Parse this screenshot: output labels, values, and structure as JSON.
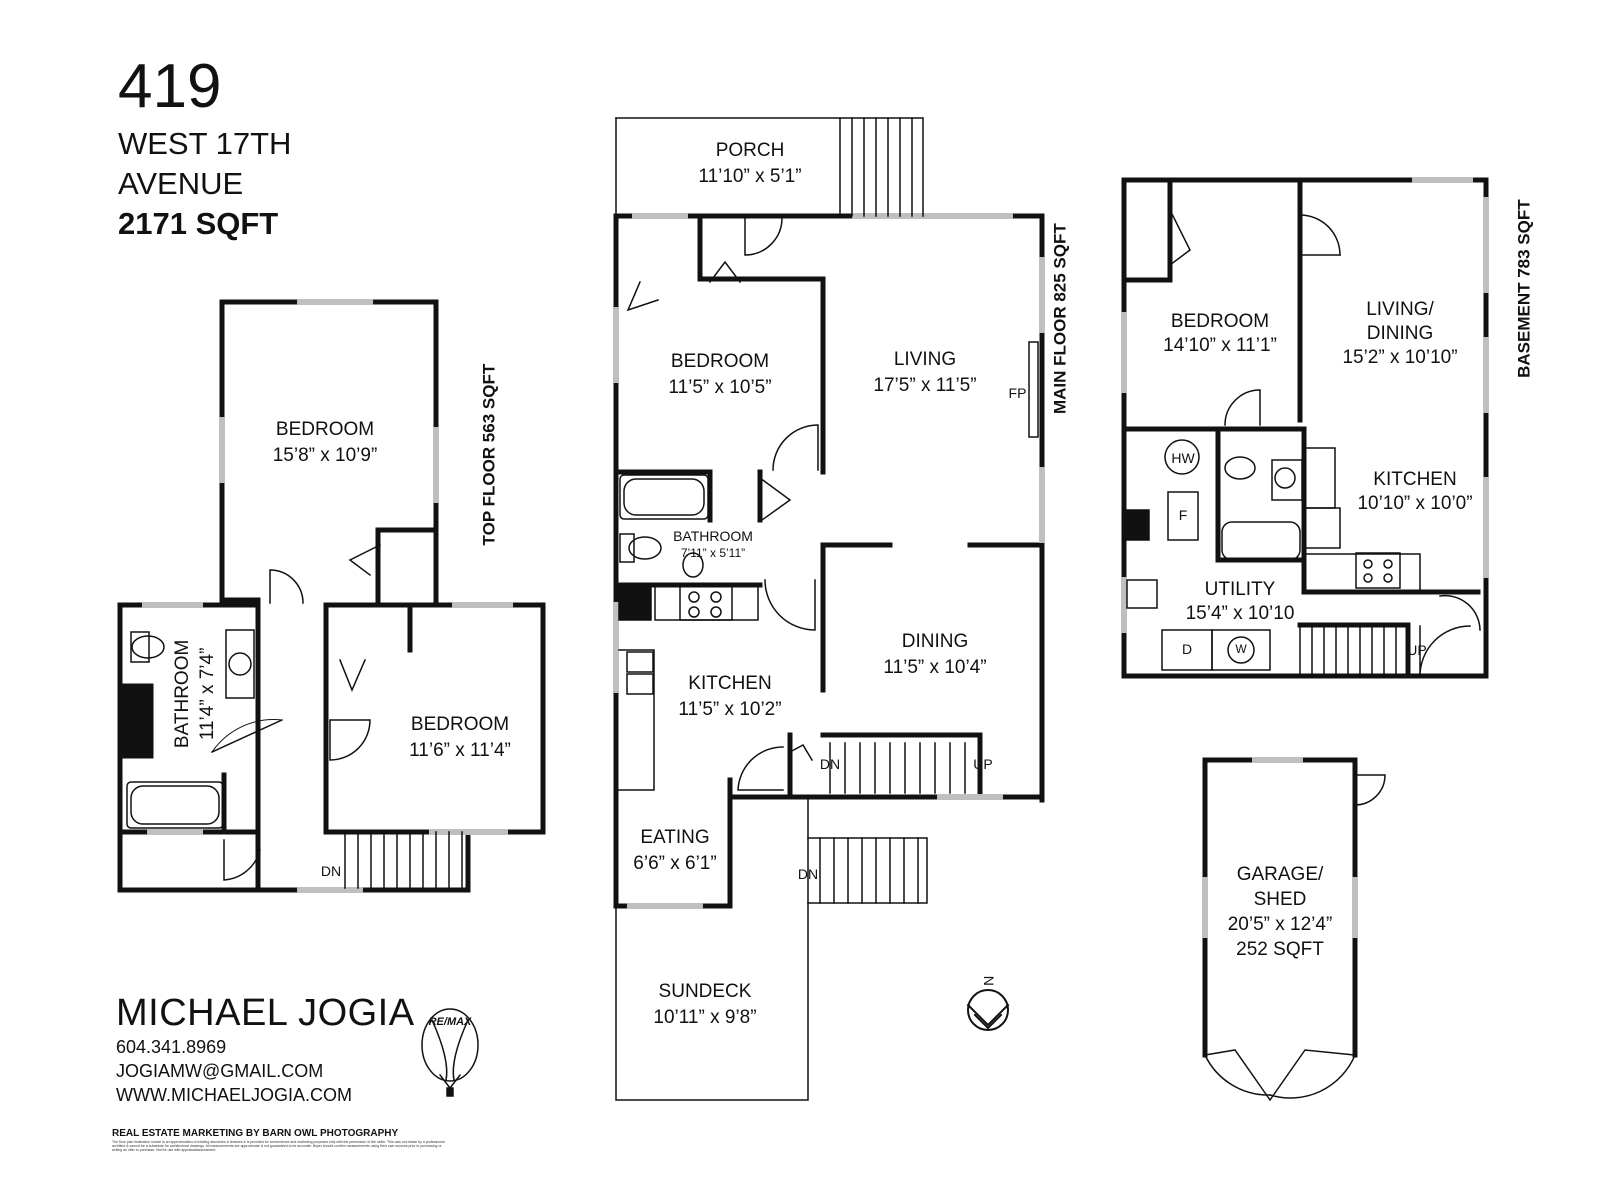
{
  "header": {
    "number": "419",
    "street": "WEST 17TH",
    "street_type": "AVENUE",
    "total_area": "2171 SQFT"
  },
  "floors": {
    "top": {
      "label": "TOP FLOOR 563 SQFT",
      "rooms": [
        {
          "name": "BEDROOM",
          "dims": "15’8” x 10’9”"
        },
        {
          "name": "BATHROOM",
          "dims": "11’4” x 7’4”"
        },
        {
          "name": "BEDROOM",
          "dims": "11’6” x 11’4”"
        }
      ],
      "stair": "DN"
    },
    "main": {
      "label": "MAIN FLOOR 825 SQFT",
      "rooms": [
        {
          "name": "PORCH",
          "dims": "11’10” x 5’1”"
        },
        {
          "name": "BEDROOM",
          "dims": "11’5” x 10’5”"
        },
        {
          "name": "LIVING",
          "dims": "17’5” x 11’5”"
        },
        {
          "name": "BATHROOM",
          "dims": "7’11” x 5’11”"
        },
        {
          "name": "KITCHEN",
          "dims": "11’5” x 10’2”"
        },
        {
          "name": "DINING",
          "dims": "11’5” x 10’4”"
        },
        {
          "name": "EATING",
          "dims": "6’6” x 6’1”"
        },
        {
          "name": "SUNDECK",
          "dims": "10’11” x 9’8”"
        }
      ],
      "fireplace": "FP",
      "stair_dn": "DN",
      "stair_up": "UP",
      "deck_stair": "DN"
    },
    "basement": {
      "label": "BASEMENT 783 SQFT",
      "rooms": [
        {
          "name": "BEDROOM",
          "dims": "14’10” x 11’1”"
        },
        {
          "name": "LIVING/",
          "name2": "DINING",
          "dims": "15’2” x 10’10”"
        },
        {
          "name": "KITCHEN",
          "dims": "10’10” x 10’0”"
        },
        {
          "name": "UTILITY",
          "dims": "15’4” x 10’10"
        }
      ],
      "hw": "HW",
      "furnace": "F",
      "dryer": "D",
      "washer": "W",
      "stair": "UP"
    },
    "garage": {
      "name": "GARAGE/",
      "name2": "SHED",
      "dims": "20’5” x 12’4”",
      "area": "252 SQFT"
    }
  },
  "compass": {
    "label": "N"
  },
  "agent": {
    "name": "MICHAEL JOGIA",
    "phone": "604.341.8969",
    "email": "JOGIAMW@GMAIL.COM",
    "website": "WWW.MICHAELJOGIA.COM",
    "logo_text": "RE/MAX"
  },
  "credit": "REAL ESTATE MARKETING BY BARN OWL PHOTOGRAPHY",
  "disclaimer": "The floor plan illustration shown is an approximation of existing structures & features & is provided for convenience and marketing purposes only with the permission of the seller. This was not drawn by a professional architect & cannot be a substitute for architectural drawings. All measurements are approximate & not guaranteed to be accurate. Buyer should confirm measurements using their own sources prior to purchasing or writing an offer to purchase. Not for use with appraisal/assessment.",
  "colors": {
    "wall": "#111111",
    "window": "#bfbfbf",
    "background": "#ffffff"
  }
}
